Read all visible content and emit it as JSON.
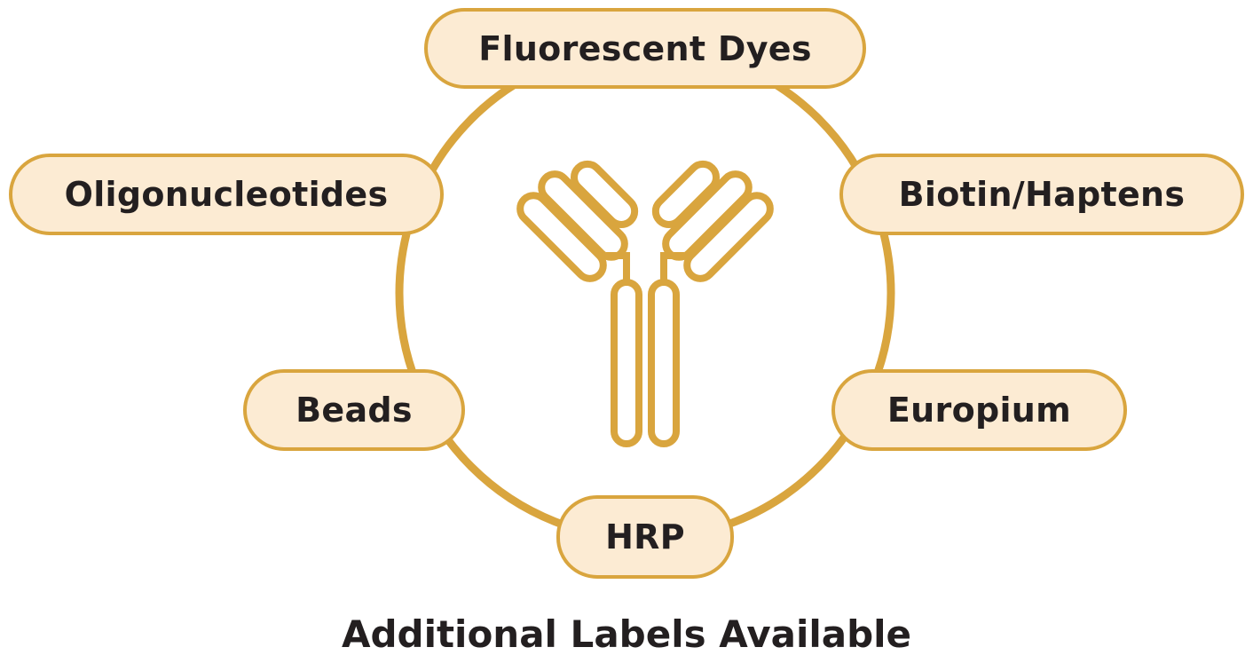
{
  "colors": {
    "outline": "#d9a53e",
    "pill_fill": "#fcebd3",
    "text": "#231f20"
  },
  "center_icon": "antibody-icon",
  "labels": {
    "fluorescent_dyes": "Fluorescent Dyes",
    "oligonucleotides": "Oligonucleotides",
    "biotin_haptens": "Biotin/Haptens",
    "beads": "Beads",
    "europium": "Europium",
    "hrp": "HRP"
  },
  "caption": "Additional Labels Available"
}
